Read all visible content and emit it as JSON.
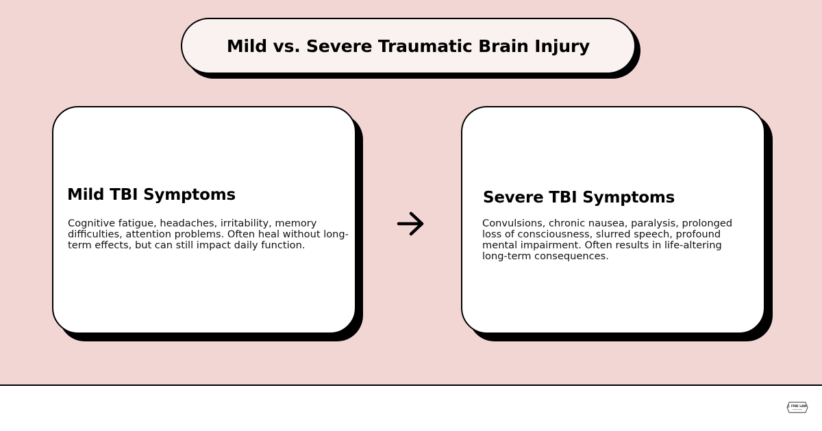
{
  "title": "Mild vs. Severe Traumatic Brain Injury",
  "cards": [
    {
      "heading": "Mild TBI Symptoms",
      "body": "Cognitive fatigue, headaches, irritability, memory difficulties, attention problems. Often heal without long-term effects, but can still impact daily function."
    },
    {
      "heading": "Severe TBI Symptoms",
      "body": "Convulsions, chronic nausea, paralysis, prolonged loss of consciousness, slurred speech, profound mental impairment. Often results in life-altering long-term consequences."
    }
  ],
  "arrow_icon": "arrow-right-icon",
  "logo": {
    "icon": "firm-logo",
    "text": "J. FINE LAW"
  },
  "colors": {
    "background": "#f2d6d4",
    "title_fill": "#faf2f1",
    "card_fill": "#ffffff",
    "outline": "#000000"
  }
}
